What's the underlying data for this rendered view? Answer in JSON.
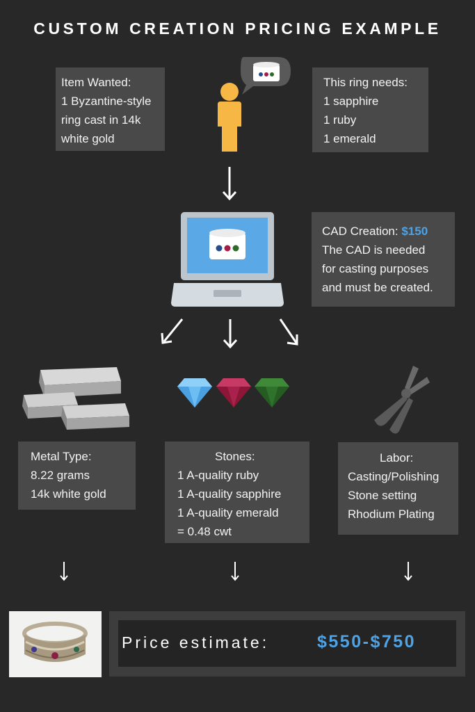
{
  "title": "CUSTOM CREATION PRICING EXAMPLE",
  "item_wanted": {
    "lines": [
      "Item Wanted:",
      "1 Byzantine-style",
      "ring cast in 14k",
      "white gold"
    ]
  },
  "ring_needs": {
    "lines": [
      "This ring needs:",
      "1 sapphire",
      "1 ruby",
      "1 emerald"
    ]
  },
  "cad": {
    "label": "CAD Creation: ",
    "price": "$150",
    "lines": [
      "The CAD is needed",
      "for casting purposes",
      "and must be created."
    ]
  },
  "metal": {
    "lines": [
      "Metal Type:",
      "8.22 grams",
      "14k white gold"
    ]
  },
  "stones": {
    "lines": [
      "Stones:",
      "1 A-quality ruby",
      "1 A-quality sapphire",
      "1 A-quality emerald",
      "= 0.48 cwt"
    ]
  },
  "labor": {
    "lines": [
      "Labor:",
      "Casting/Polishing",
      "Stone setting",
      "Rhodium Plating"
    ]
  },
  "price": {
    "label": "Price  estimate:",
    "value": "$550-$750"
  },
  "colors": {
    "background": "#292828",
    "box": "#4a4949",
    "accent": "#4da3e6",
    "person": "#f7b744",
    "sapphire": "#5fb4ee",
    "ruby": "#a51c48",
    "emerald": "#2e6b2a"
  },
  "icons": [
    "person-icon",
    "speech-bubble-icon",
    "laptop-icon",
    "silver-bars-icon",
    "sapphire-gem-icon",
    "ruby-gem-icon",
    "emerald-gem-icon",
    "pliers-icon",
    "ring-photo"
  ]
}
